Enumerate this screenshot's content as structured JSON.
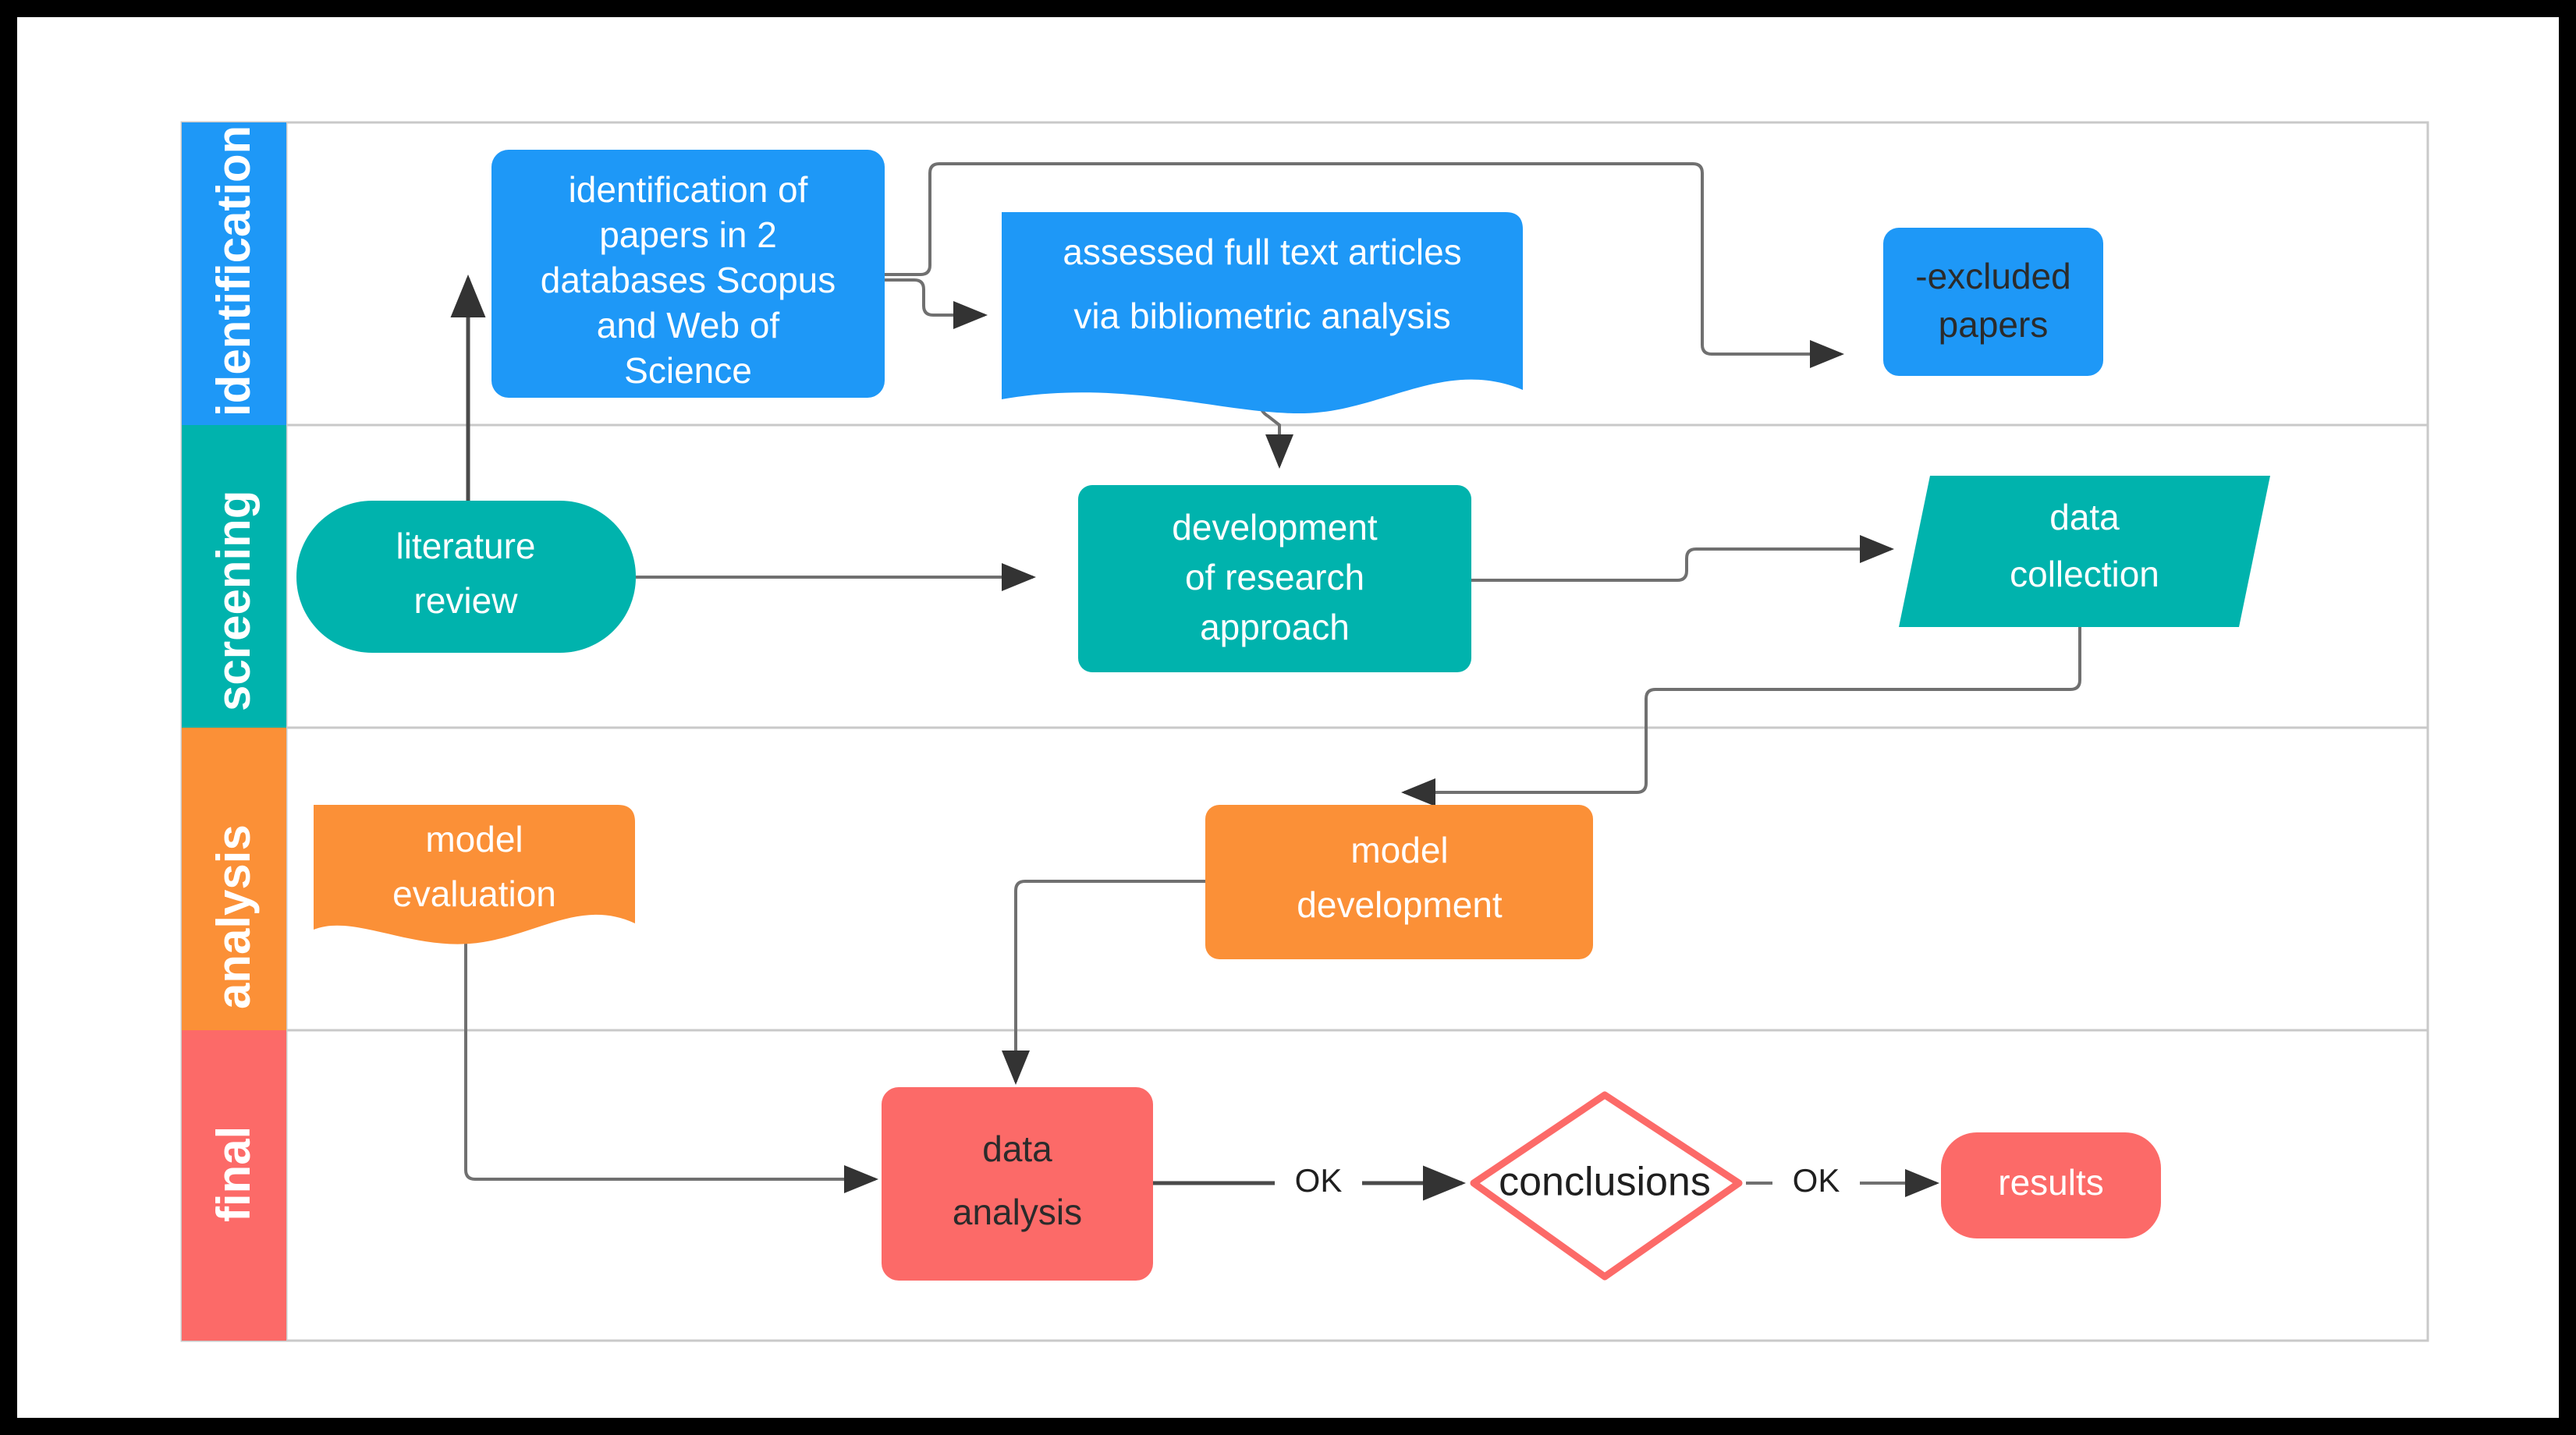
{
  "diagram": {
    "title": "research methodology flowchart",
    "type": "swimlane-flowchart",
    "colors": {
      "identification": "#1e98f7",
      "screening": "#00b3ad",
      "analysis": "#fb9037",
      "final": "#fc6a68",
      "connector": "#707070",
      "frame": "#c9c9c9",
      "outer_border": "#000000",
      "background": "#ffffff",
      "text_light": "#ffffff",
      "text_dark": "#2b2b2b"
    },
    "lanes": [
      {
        "id": "identification",
        "label": "identification",
        "color": "#1e98f7"
      },
      {
        "id": "screening",
        "label": "screening",
        "color": "#00b3ad"
      },
      {
        "id": "analysis",
        "label": "analysis",
        "color": "#fb9037"
      },
      {
        "id": "final",
        "label": "final",
        "color": "#fc6a68"
      }
    ],
    "nodes": [
      {
        "id": "identification-papers",
        "lane": "identification",
        "shape": "rounded-rectangle",
        "fill": "#1e98f7",
        "text_color": "#ffffff",
        "lines": [
          "identification of",
          "papers in 2",
          "databases Scopus",
          "and Web of",
          "Science"
        ]
      },
      {
        "id": "assessed-articles",
        "lane": "identification",
        "shape": "document-wavy-bottom",
        "fill": "#1e98f7",
        "text_color": "#ffffff",
        "lines": [
          "assessed full text articles",
          "via bibliometric analysis"
        ]
      },
      {
        "id": "excluded-papers",
        "lane": "identification",
        "shape": "rounded-rectangle",
        "fill": "#1e98f7",
        "text_color": "#2b2b2b",
        "lines": [
          "-excluded",
          "papers"
        ]
      },
      {
        "id": "literature-review",
        "lane": "screening",
        "shape": "stadium",
        "fill": "#00b3ad",
        "text_color": "#ffffff",
        "lines": [
          "literature",
          "review"
        ]
      },
      {
        "id": "development-research-approach",
        "lane": "screening",
        "shape": "rounded-rectangle",
        "fill": "#00b3ad",
        "text_color": "#ffffff",
        "lines": [
          "development",
          "of research",
          "approach"
        ]
      },
      {
        "id": "data-collection",
        "lane": "screening",
        "shape": "parallelogram",
        "fill": "#00b3ad",
        "text_color": "#ffffff",
        "lines": [
          "data",
          "collection"
        ]
      },
      {
        "id": "model-evaluation",
        "lane": "analysis",
        "shape": "document-wavy-bottom",
        "fill": "#fb9037",
        "text_color": "#ffffff",
        "lines": [
          "model",
          "evaluation"
        ]
      },
      {
        "id": "model-development",
        "lane": "analysis",
        "shape": "rounded-rectangle",
        "fill": "#fb9037",
        "text_color": "#ffffff",
        "lines": [
          "model",
          "development"
        ]
      },
      {
        "id": "data-analysis",
        "lane": "final",
        "shape": "rounded-rectangle",
        "fill": "#fc6a68",
        "text_color": "#2b2b2b",
        "lines": [
          "data",
          "analysis"
        ]
      },
      {
        "id": "conclusions",
        "lane": "final",
        "shape": "diamond-outline",
        "fill": "none",
        "stroke": "#fc6a68",
        "text_color": "#1f1f1f",
        "lines": [
          "conclusions"
        ]
      },
      {
        "id": "results",
        "lane": "final",
        "shape": "stadium",
        "fill": "#fc6a68",
        "text_color": "#ffffff",
        "lines": [
          "results"
        ]
      }
    ],
    "edges": [
      {
        "id": "lit-to-identification",
        "from": "literature-review",
        "to": "identification-papers",
        "label": ""
      },
      {
        "id": "identification-to-assessed",
        "from": "identification-papers",
        "to": "assessed-articles",
        "label": ""
      },
      {
        "id": "identification-to-excluded",
        "from": "identification-papers",
        "to": "excluded-papers",
        "label": ""
      },
      {
        "id": "assessed-to-development",
        "from": "assessed-articles",
        "to": "development-research-approach",
        "label": ""
      },
      {
        "id": "lit-to-development",
        "from": "literature-review",
        "to": "development-research-approach",
        "label": ""
      },
      {
        "id": "development-to-collection",
        "from": "development-research-approach",
        "to": "data-collection",
        "label": ""
      },
      {
        "id": "collection-to-modeldev",
        "from": "data-collection",
        "to": "model-development",
        "label": ""
      },
      {
        "id": "modeldev-to-dataanalysis",
        "from": "model-development",
        "to": "data-analysis",
        "label": ""
      },
      {
        "id": "modeleval-to-dataanalysis",
        "from": "model-evaluation",
        "to": "data-analysis",
        "label": ""
      },
      {
        "id": "dataanalysis-to-conclusions",
        "from": "data-analysis",
        "to": "conclusions",
        "label": "OK"
      },
      {
        "id": "conclusions-to-results",
        "from": "conclusions",
        "to": "results",
        "label": "OK"
      }
    ],
    "edge_labels": {
      "ok_1": "OK",
      "ok_2": "OK"
    }
  }
}
